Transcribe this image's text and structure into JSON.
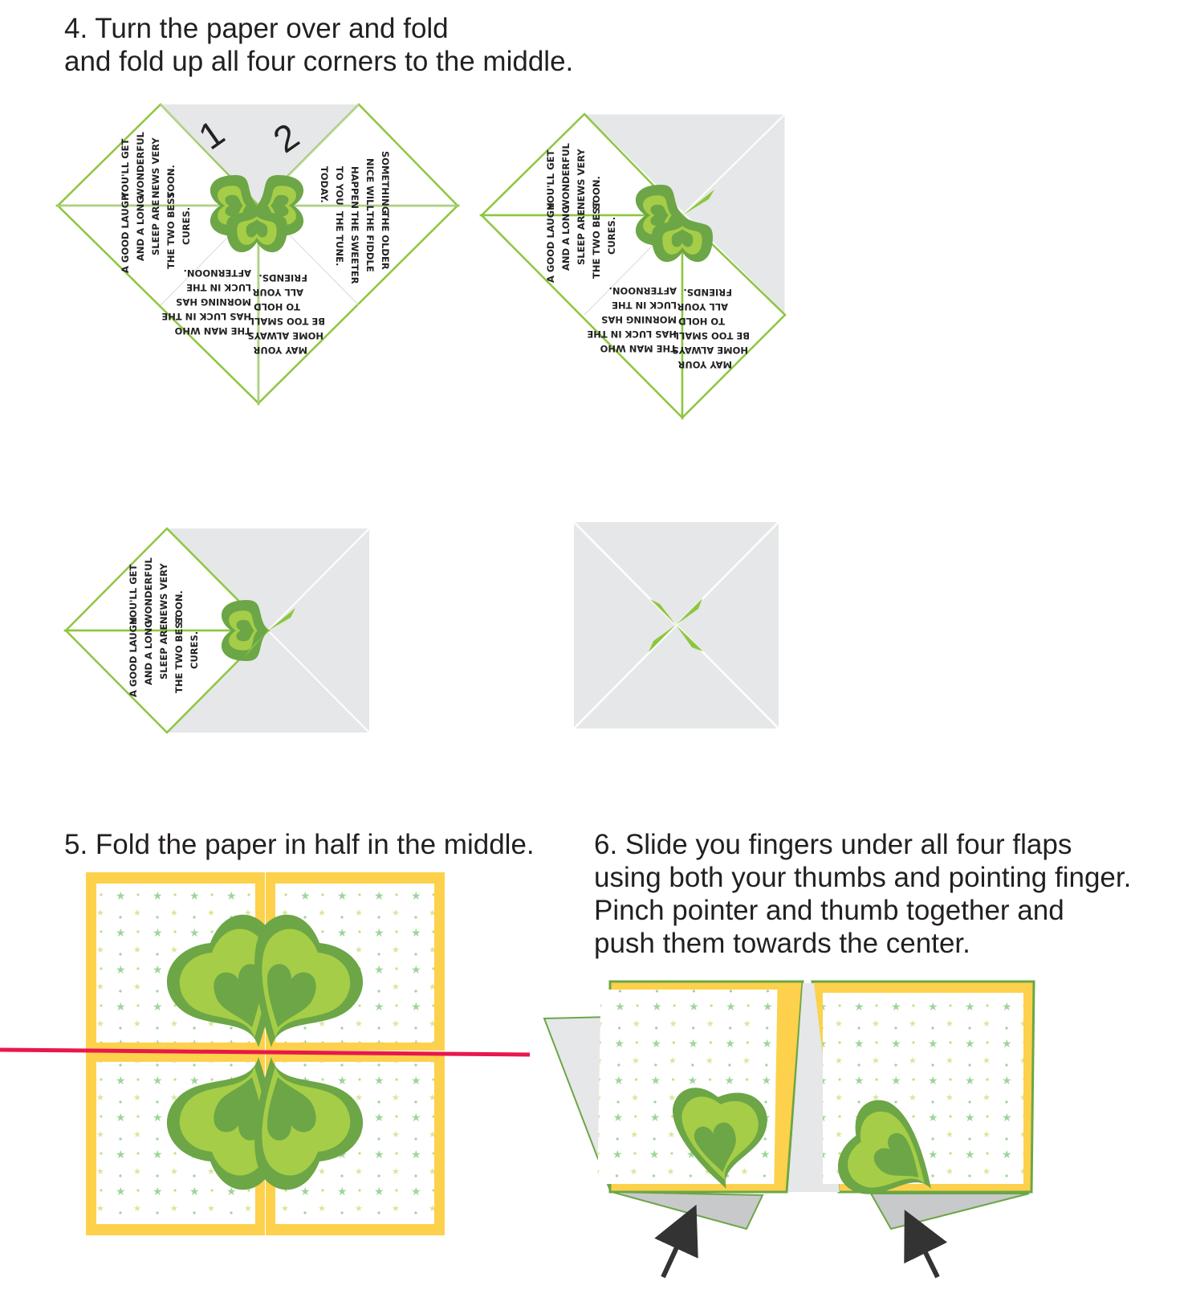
{
  "steps": {
    "step4": {
      "line1": "4. Turn the paper over and fold",
      "line2": "and fold up all four corners to the middle."
    },
    "step5": {
      "line1": "5. Fold the paper in half in the middle."
    },
    "step6": {
      "line1": "6. Slide you fingers under all four flaps",
      "line2": "using both your thumbs and pointing finger.",
      "line3": "Pinch pointer and thumb together and",
      "line4": "push them towards the center."
    }
  },
  "fortune_texts": {
    "left": [
      "A GOOD LAUGH",
      "AND A LONG",
      "SLEEP ARE",
      "THE TWO BEST",
      "CURES."
    ],
    "left_upper": [
      "YOU'LL GET",
      "WONDERFUL",
      "NEWS VERY",
      "SOON."
    ],
    "right_upper": [
      "SOMETHING",
      "NICE WILL",
      "HAPPEN",
      "TO YOU",
      "TODAY."
    ],
    "right_lower": [
      "THE OLDER",
      "THE FIDDLE",
      "THE SWEETER",
      "THE TUNE."
    ],
    "bottom_left": [
      "THE MAN WHO",
      "HAS LUCK IN THE",
      "MORNING HAS",
      "LUCK IN THE",
      "AFTERNOON."
    ],
    "bottom_right": [
      "MAY YOUR",
      "HOME ALWAYS",
      "BE TOO SMALL",
      "TO HOLD",
      "ALL YOUR",
      "FRIENDS."
    ]
  },
  "flap_numbers": [
    "1",
    "2"
  ],
  "colors": {
    "green_border": "#8dc63f",
    "clover_dark": "#6ca646",
    "clover_light": "#a5cd47",
    "flap_gray": "#e6e7e8",
    "frame_yellow": "#fdd14c",
    "fold_line": "#e8174c",
    "arrow": "#333333"
  }
}
